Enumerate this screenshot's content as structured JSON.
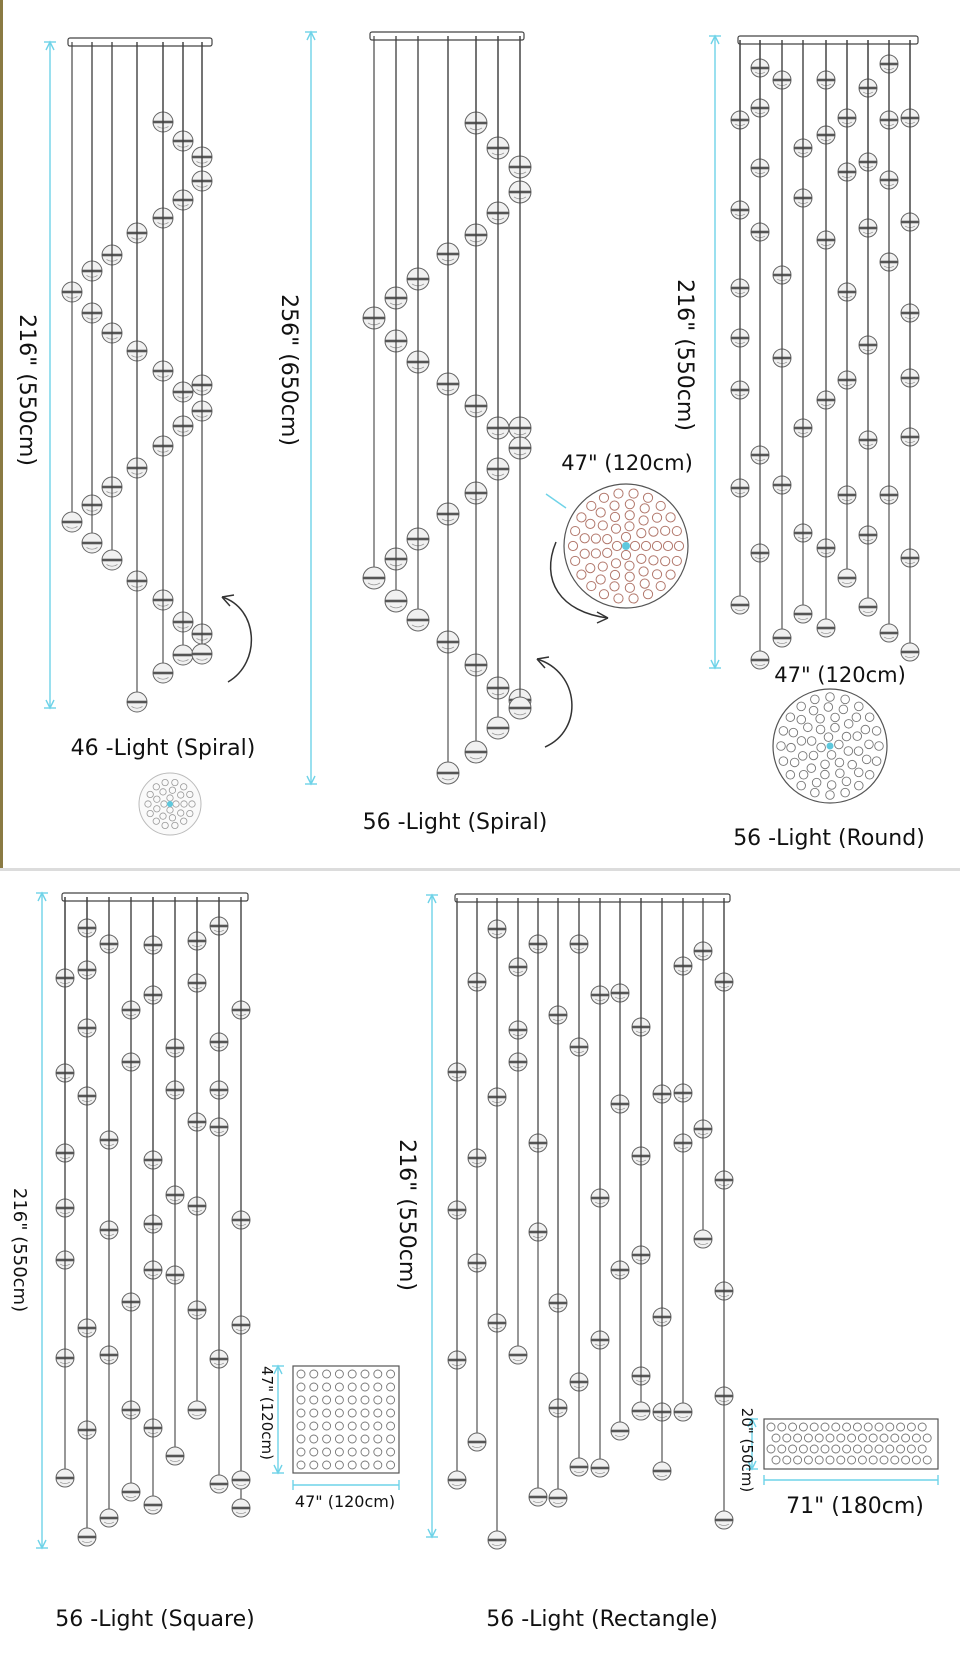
{
  "colors": {
    "dimension_line": "#6fd3e8",
    "wire": "#444444",
    "globe_fill": "#f1f1f1",
    "globe_band": "#555555",
    "plate_ring": "#b2786c",
    "plate_center": "#5ec8dd",
    "divider": "#dcdcdc",
    "left_edge": "#8a7a43"
  },
  "icons": [
    "rotation-arrow-icon",
    "globe-pendant-icon",
    "canopy-plate-icon"
  ],
  "models": [
    {
      "id": "spiral46",
      "name": "46 -Light (Spiral)",
      "height_label": "216\" (550cm)",
      "diameter_label": ""
    },
    {
      "id": "spiral56",
      "name": "56 -Light (Spiral)",
      "height_label": "256\" (650cm)",
      "diameter_label": "47\" (120cm)"
    },
    {
      "id": "round56",
      "name": "56 -Light (Round)",
      "height_label": "216\" (550cm)",
      "diameter_label": "47\" (120cm)"
    },
    {
      "id": "square56",
      "name": "56 -Light (Square)",
      "height_label": "216\" (550cm)",
      "plate_height_label": "47\" (120cm)",
      "plate_width_label": "47\" (120cm)"
    },
    {
      "id": "rect56",
      "name": "56 -Light (Rectangle)",
      "height_label": "216\" (550cm)",
      "plate_height_label": "20\" (50cm)",
      "plate_width_label": "71\" (180cm)"
    }
  ]
}
